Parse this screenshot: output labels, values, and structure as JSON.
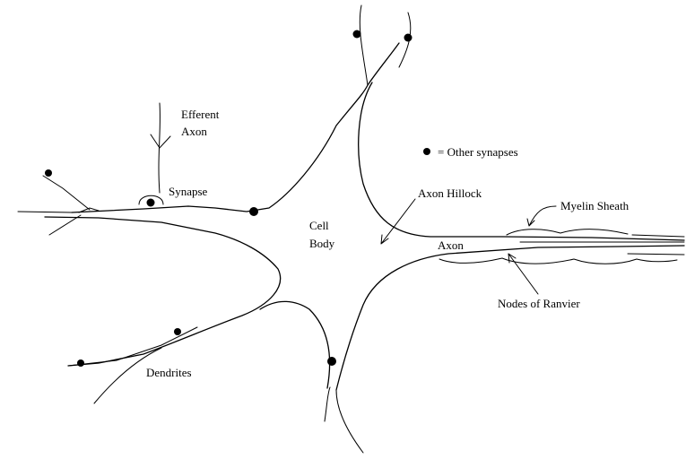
{
  "labels": {
    "efferent_line1": "Efferent",
    "efferent_line2": "Axon",
    "synapse": "Synapse",
    "cell_body_line1": "Cell",
    "cell_body_line2": "Body",
    "other_synapses": "= Other synapses",
    "axon_hillock": "Axon Hillock",
    "myelin_sheath": "Myelin Sheath",
    "axon": "Axon",
    "nodes_of_ranvier": "Nodes of Ranvier",
    "dendrites": "Dendrites"
  },
  "colors": {
    "line": "#000000",
    "background": "#ffffff"
  }
}
